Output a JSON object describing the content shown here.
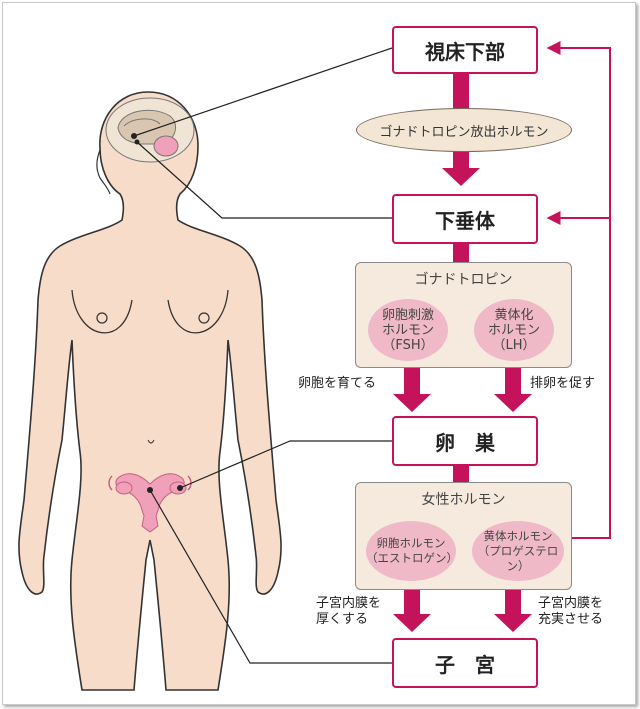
{
  "nodes": {
    "hypothalamus": "視床下部",
    "pituitary": "下垂体",
    "ovary": "卵　巣",
    "uterus": "子　宮"
  },
  "gnrh_label": "ゴナドトロピン放出ホルモン",
  "gonadotropin_panel": {
    "title": "ゴナドトロピン",
    "fsh": [
      "卵胞刺激",
      "ホルモン",
      "（FSH）"
    ],
    "lh": [
      "黄体化",
      "ホルモン",
      "（LH）"
    ]
  },
  "female_hormone_panel": {
    "title": "女性ホルモン",
    "estrogen": [
      "卵胞ホルモン",
      "（エストロゲン）"
    ],
    "progesterone": [
      "黄体ホルモン",
      "（プロゲステロン）"
    ]
  },
  "arrow_labels": {
    "grow_follicle": "卵胞を育てる",
    "ovulation": "排卵を促す",
    "thicken_endometrium": [
      "子宮内膜を",
      "厚くする"
    ],
    "enrich_endometrium": [
      "子宮内膜を",
      "充実させる"
    ]
  },
  "colors": {
    "accent": "#c4135a",
    "skin": "#f7dcc9",
    "skin_outline": "#333333",
    "panel_bg": "#f6eade",
    "oval_bg": "#f3e6d4",
    "badge_bg": "#f0b9c8",
    "organ_pink": "#f0a0b8"
  }
}
